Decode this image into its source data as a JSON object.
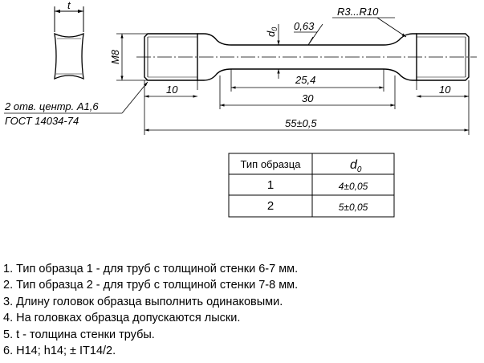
{
  "dimensions": {
    "t": "t",
    "m8": "M8",
    "d0": "d",
    "d0_sub": "0",
    "roughness": "0,63",
    "radius": "R3...R10",
    "len_25_4": "25,4",
    "len_30": "30",
    "len_10_left": "10",
    "len_10_right": "10",
    "len_total": "55±0,5"
  },
  "leader_note": {
    "line1": "2 отв. центр. А1,6",
    "line2": "ГОСТ 14034-74"
  },
  "table": {
    "header_type": "Тип образца",
    "header_d": "d",
    "header_d_sub": "0",
    "rows": [
      {
        "type": "1",
        "value": "4±0,05"
      },
      {
        "type": "2",
        "value": "5±0,05"
      }
    ]
  },
  "notes": [
    "1. Тип образца 1 -  для труб с толщиной стенки 6-7 мм.",
    "2. Тип образца 2 - для труб с толщиной стенки 7-8 мм.",
    "3. Длину головок образца выполнить одинаковыми.",
    "4. На головках образца допускаются лыски.",
    "5. t - толщина стенки трубы.",
    "6. H14; h14; ± IT14/2."
  ]
}
